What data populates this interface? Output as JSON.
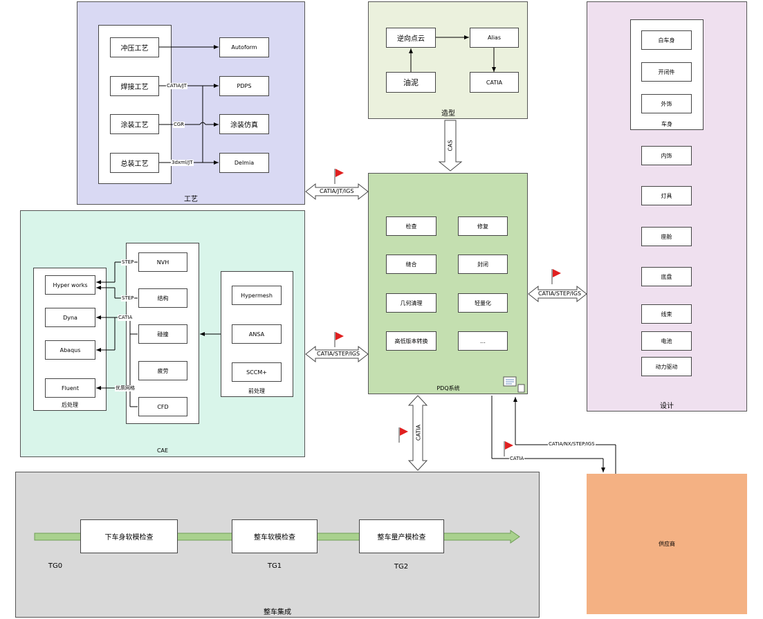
{
  "process": {
    "title": "工艺",
    "left_items": [
      "冲压工艺",
      "焊接工艺",
      "涂装工艺",
      "总装工艺"
    ],
    "right_items": [
      "Autoform",
      "PDPS",
      "涂装仿真",
      "Delmia"
    ],
    "edge_labels": [
      "CATIA/JT",
      "CGR",
      "3dxml/JT"
    ]
  },
  "styling": {
    "title": "造型",
    "items": [
      "逆向点云",
      "Alias",
      "油泥",
      "CATIA"
    ],
    "cas_label": "CAS"
  },
  "design": {
    "title": "设计",
    "body_group_title": "车身",
    "body_items": [
      "白车身",
      "开闭件",
      "外饰"
    ],
    "items": [
      "内饰",
      "灯具",
      "座舱",
      "底盘",
      "线束",
      "电池",
      "动力驱动"
    ]
  },
  "pdq": {
    "title": "PDQ系统",
    "items": [
      "检查",
      "修复",
      "缝合",
      "封闭",
      "几何清理",
      "轻量化",
      "高低版本转换",
      "…"
    ]
  },
  "cae": {
    "title": "CAE",
    "post_title": "后处理",
    "post_items": [
      "Hyper works",
      "Dyna",
      "Abaqus",
      "Fluent"
    ],
    "solver_items": [
      "NVH",
      "结构",
      "碰撞",
      "疲劳",
      "CFD"
    ],
    "pre_title": "前处理",
    "pre_items": [
      "Hypermesh",
      "ANSA",
      "SCCM+"
    ],
    "edge_labels": [
      "STEP",
      "STEP",
      "CATIA",
      "优质网格"
    ]
  },
  "integration": {
    "title": "整车集成",
    "stages": [
      "下车身软模检查",
      "整车软模检查",
      "整车量产模检查"
    ],
    "gates": [
      "TG0",
      "TG1",
      "TG2"
    ]
  },
  "supplier": {
    "title": "供应商"
  },
  "connectors": {
    "process_pdq": "CATIA/JT/IGS",
    "cae_pdq": "CATIA/STEP/IGS",
    "pdq_design": "CATIA/STEP/IGS",
    "pdq_integration": "CATIA",
    "supplier_to_pdq": "CATIA/NX/STEP/IGS",
    "pdq_to_supplier": "CATIA"
  },
  "colors": {
    "process_bg": "#d9d9f3",
    "styling_bg": "#ebf1dd",
    "design_bg": "#efe0ef",
    "pdq_bg": "#c4dfb0",
    "cae_bg": "#d9f5ea",
    "integration_bg": "#d9d9d9",
    "supplier_bg": "#f4b183",
    "flag": "#e02020",
    "timeline": "#a9d18e"
  }
}
